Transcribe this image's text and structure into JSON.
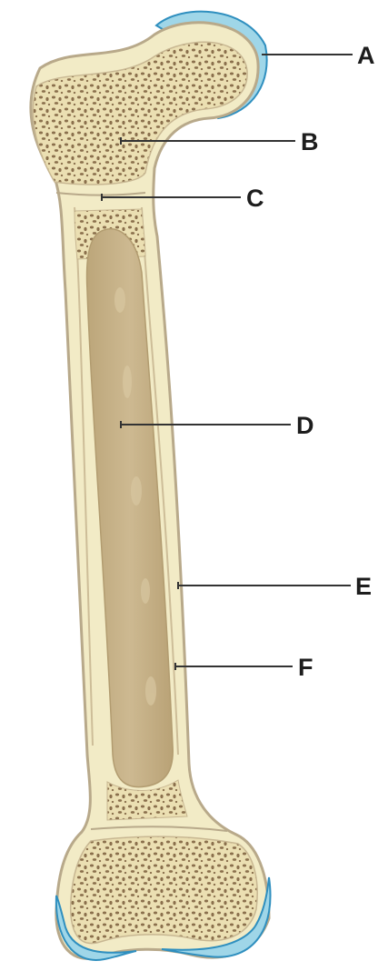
{
  "figure": {
    "labels": [
      {
        "id": "A",
        "text": "A"
      },
      {
        "id": "B",
        "text": "B"
      },
      {
        "id": "C",
        "text": "C"
      },
      {
        "id": "D",
        "text": "D"
      },
      {
        "id": "E",
        "text": "E"
      },
      {
        "id": "F",
        "text": "F"
      }
    ]
  },
  "colors": {
    "background": "#ffffff",
    "bone_fill": "#f2ebc6",
    "bone_outline": "#b8a98a",
    "spongy_bone": "#ebdfb2",
    "spongy_pores": "#8a6f4c",
    "marrow_cavity": "#c7b288",
    "articular_cartilage": "#9fd6e8",
    "cartilage_edge": "#2f8fbf",
    "leader_lines": "#333333",
    "label_text": "#1d1d1d"
  }
}
